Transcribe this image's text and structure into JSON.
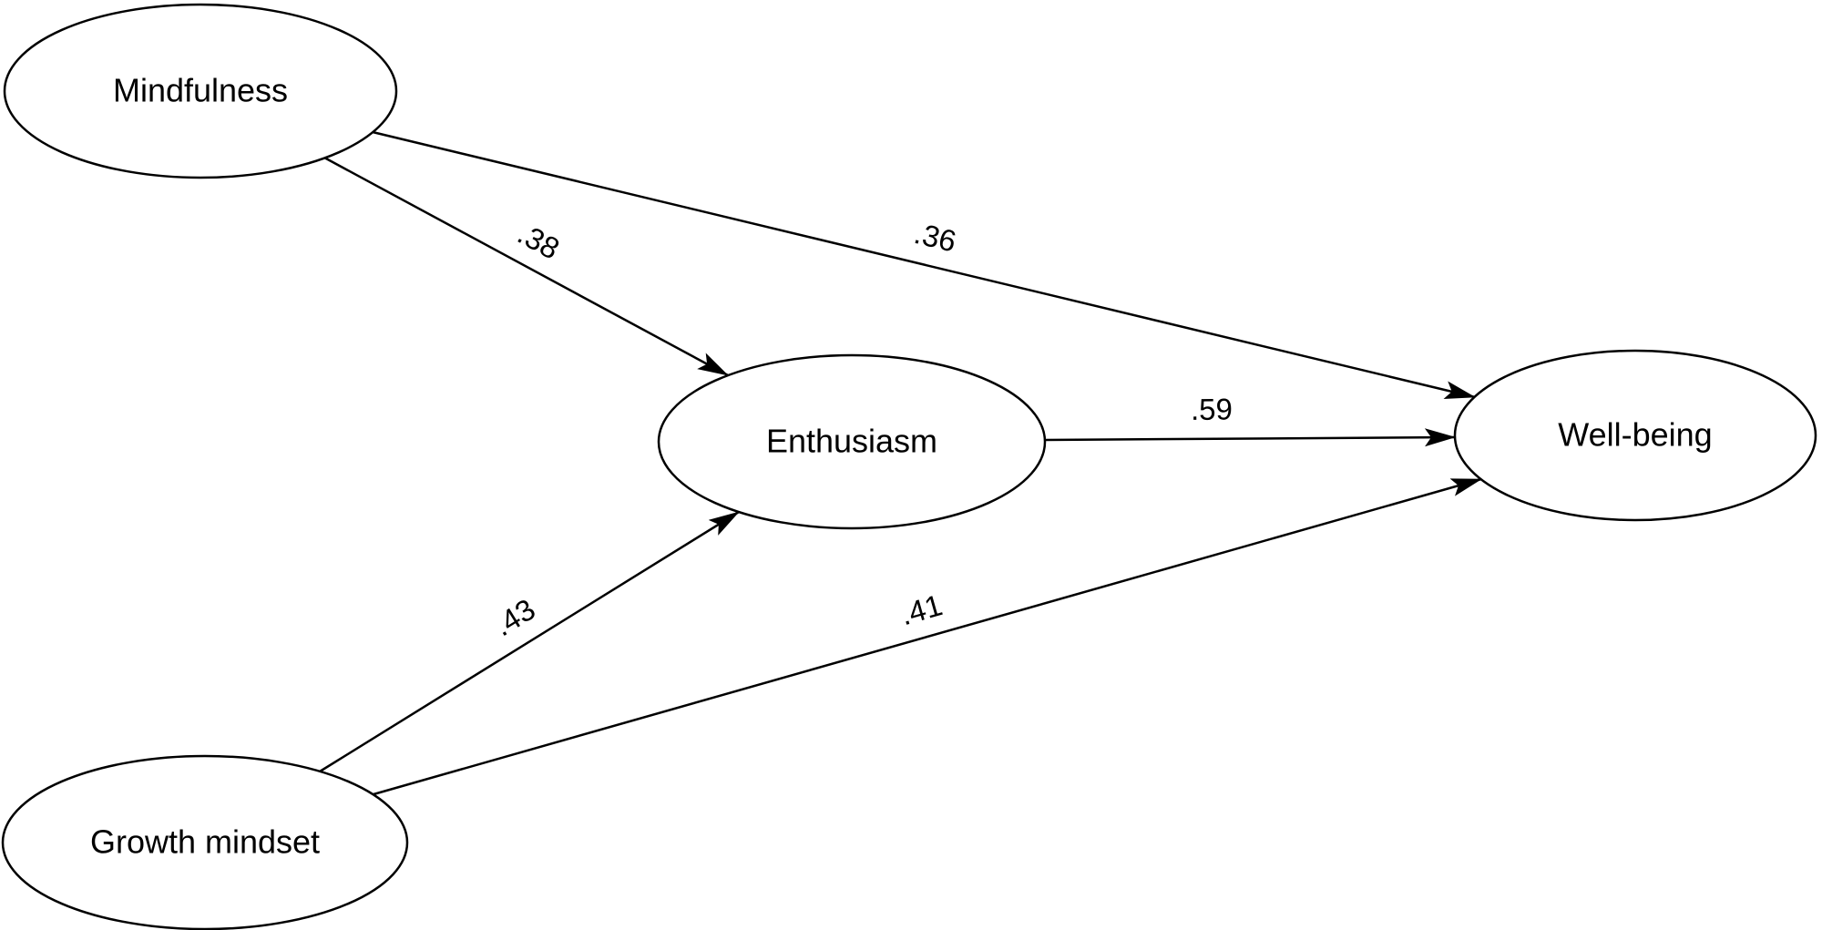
{
  "diagram": {
    "type": "path-model",
    "nodes": [
      {
        "id": "mindfulness",
        "label": "Mindfulness"
      },
      {
        "id": "growth-mindset",
        "label": "Growth mindset"
      },
      {
        "id": "enthusiasm",
        "label": "Enthusiasm"
      },
      {
        "id": "well-being",
        "label": "Well-being"
      }
    ],
    "edges": [
      {
        "from": "Mindfulness",
        "to": "Enthusiasm",
        "coefficient": ".38"
      },
      {
        "from": "Mindfulness",
        "to": "Well-being",
        "coefficient": ".36"
      },
      {
        "from": "Growth mindset",
        "to": "Enthusiasm",
        "coefficient": ".43"
      },
      {
        "from": "Growth mindset",
        "to": "Well-being",
        "coefficient": ".41"
      },
      {
        "from": "Enthusiasm",
        "to": "Well-being",
        "coefficient": ".59"
      }
    ]
  }
}
